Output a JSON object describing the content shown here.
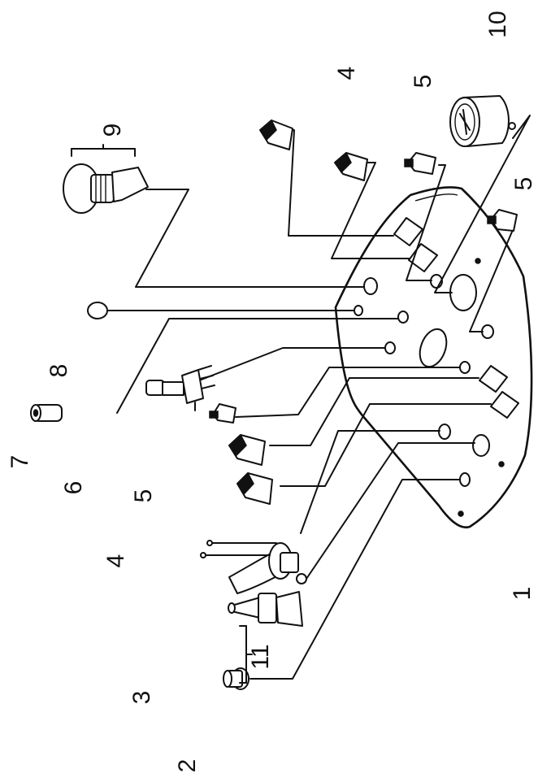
{
  "callouts": {
    "c1": "1",
    "c2": "2",
    "c3": "3",
    "c4a": "4",
    "c4b": "4",
    "c5a": "5",
    "c5b": "5",
    "c5c": "5",
    "c6": "6",
    "c7": "7",
    "c8": "8",
    "c9": "9",
    "c10": "10",
    "c11": "11"
  }
}
